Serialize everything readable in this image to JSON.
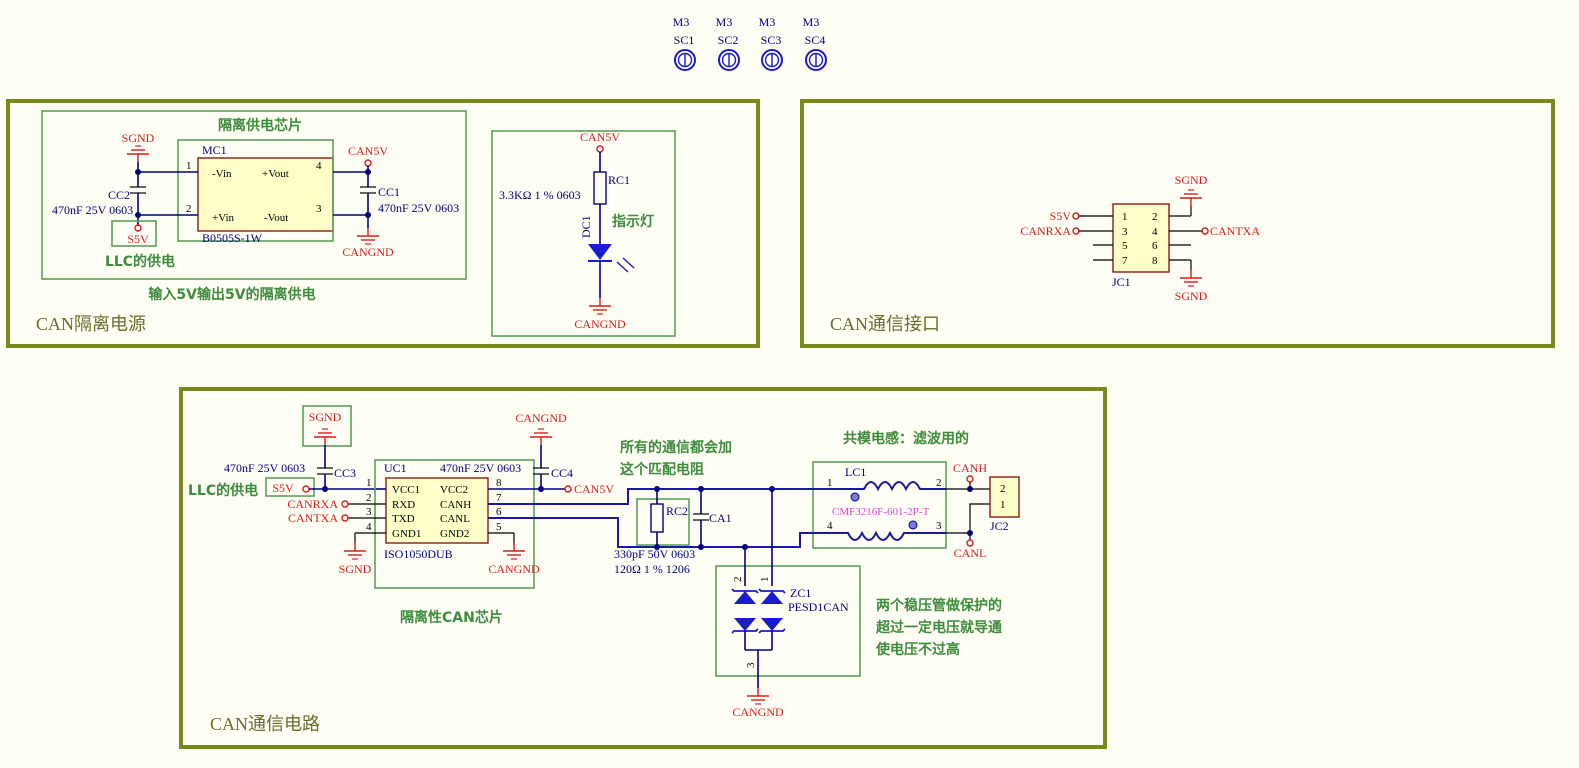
{
  "mounting": {
    "items": [
      {
        "type": "M3",
        "ref": "SC1"
      },
      {
        "type": "M3",
        "ref": "SC2"
      },
      {
        "type": "M3",
        "ref": "SC3"
      },
      {
        "type": "M3",
        "ref": "SC4"
      }
    ]
  },
  "power_section": {
    "title": "CAN隔离电源",
    "chip_box_label": "隔离供电芯片",
    "llc_label": "LLC的供电",
    "io_note": "输入5V输出5V的隔离供电",
    "sgnd": "SGND",
    "s5v": "S5V",
    "can5v": "CAN5V",
    "cangnd": "CANGND",
    "mc1": {
      "ref": "MC1",
      "part": "B0505S-1W",
      "pin1": "1",
      "pin2": "2",
      "pin3": "3",
      "pin4": "4",
      "vin_neg": "-Vin",
      "vin_pos": "+Vin",
      "vout_pos": "+Vout",
      "vout_neg": "-Vout"
    },
    "cc2": {
      "ref": "CC2",
      "value": "470nF 25V 0603"
    },
    "cc1": {
      "ref": "CC1",
      "value": "470nF 25V 0603"
    }
  },
  "indicator": {
    "can5v": "CAN5V",
    "rc1": {
      "ref": "RC1",
      "value": "3.3KΩ 1  % 0603"
    },
    "dc1": {
      "ref": "DC1"
    },
    "label": "指示灯",
    "cangnd": "CANGND"
  },
  "interface_section": {
    "title": "CAN通信接口",
    "jc1": {
      "ref": "JC1",
      "pins": [
        "1",
        "2",
        "3",
        "4",
        "5",
        "6",
        "7",
        "8"
      ]
    },
    "s5v": "S5V",
    "canrxa": "CANRXA",
    "cantxa": "CANTXA",
    "sgnd_top": "SGND",
    "sgnd_bottom": "SGND"
  },
  "comm_section": {
    "title": "CAN通信电路",
    "sgnd_top": "SGND",
    "sgnd_bottom": "SGND",
    "cangnd_top": "CANGND",
    "cangnd_uc1": "CANGND",
    "cangnd_zc1": "CANGND",
    "cc3": {
      "ref": "CC3",
      "value": "470nF 25V 0603"
    },
    "cc4": {
      "ref": "CC4",
      "value": "470nF 25V 0603"
    },
    "llc_label": "LLC的供电",
    "s5v": "S5V",
    "can5v": "CAN5V",
    "canrxa": "CANRXA",
    "cantxa": "CANTXA",
    "uc1": {
      "ref": "UC1",
      "part": "ISO1050DUB",
      "left_pins": [
        {
          "num": "1",
          "name": "VCC1"
        },
        {
          "num": "2",
          "name": "RXD"
        },
        {
          "num": "3",
          "name": "TXD"
        },
        {
          "num": "4",
          "name": "GND1"
        }
      ],
      "right_pins": [
        {
          "num": "8",
          "name": "VCC2"
        },
        {
          "num": "7",
          "name": "CANH"
        },
        {
          "num": "6",
          "name": "CANL"
        },
        {
          "num": "5",
          "name": "GND2"
        }
      ]
    },
    "chip_label": "隔离性CAN芯片",
    "match_note_line1": "所有的通信都会加",
    "match_note_line2": "这个匹配电阻",
    "rc2": {
      "ref": "RC2",
      "value": "120Ω 1  % 1206"
    },
    "ca1": {
      "ref": "CA1",
      "value": "330pF 50V 0603"
    },
    "choke_note": "共模电感：滤波用的",
    "lc1": {
      "ref": "LC1",
      "part": "CMF3216F-601-2P-T",
      "pins": [
        "1",
        "2",
        "3",
        "4"
      ]
    },
    "canh": "CANH",
    "canl": "CANL",
    "jc2": {
      "ref": "JC2",
      "pins": [
        "2",
        "1"
      ]
    },
    "zc1": {
      "ref": "ZC1",
      "part": "PESD1CAN",
      "pins": [
        "2",
        "1",
        "3"
      ]
    },
    "tvs_note_line1": "两个稳压管做保护的",
    "tvs_note_line2": "超过一定电压就导通",
    "tvs_note_line3": "使电压不过高"
  }
}
